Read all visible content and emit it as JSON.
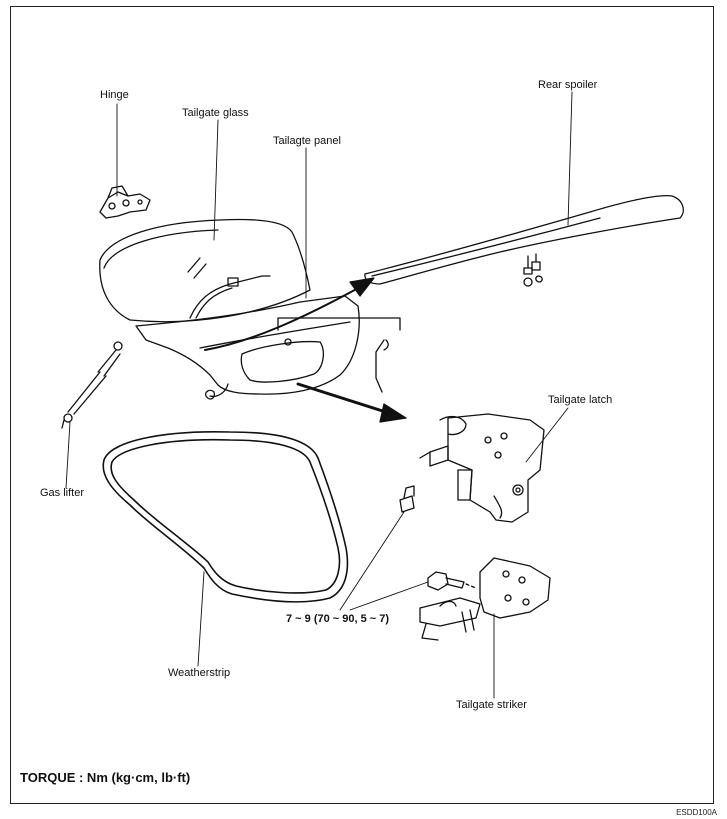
{
  "labels": {
    "hinge": "Hinge",
    "tailgate_glass": "Tailgate glass",
    "tailgate_panel": "Tailagte panel",
    "rear_spoiler": "Rear spoiler",
    "tailgate_latch": "Tailgate latch",
    "gas_lifter": "Gas lifter",
    "torque_spec": "7 ~ 9 (70 ~ 90, 5 ~ 7)",
    "weatherstrip": "Weatherstrip",
    "tailgate_striker": "Tailgate striker"
  },
  "footer": {
    "torque_note": "TORQUE : Nm (kg·cm, lb·ft)",
    "figure_code": "ESDD100A"
  }
}
